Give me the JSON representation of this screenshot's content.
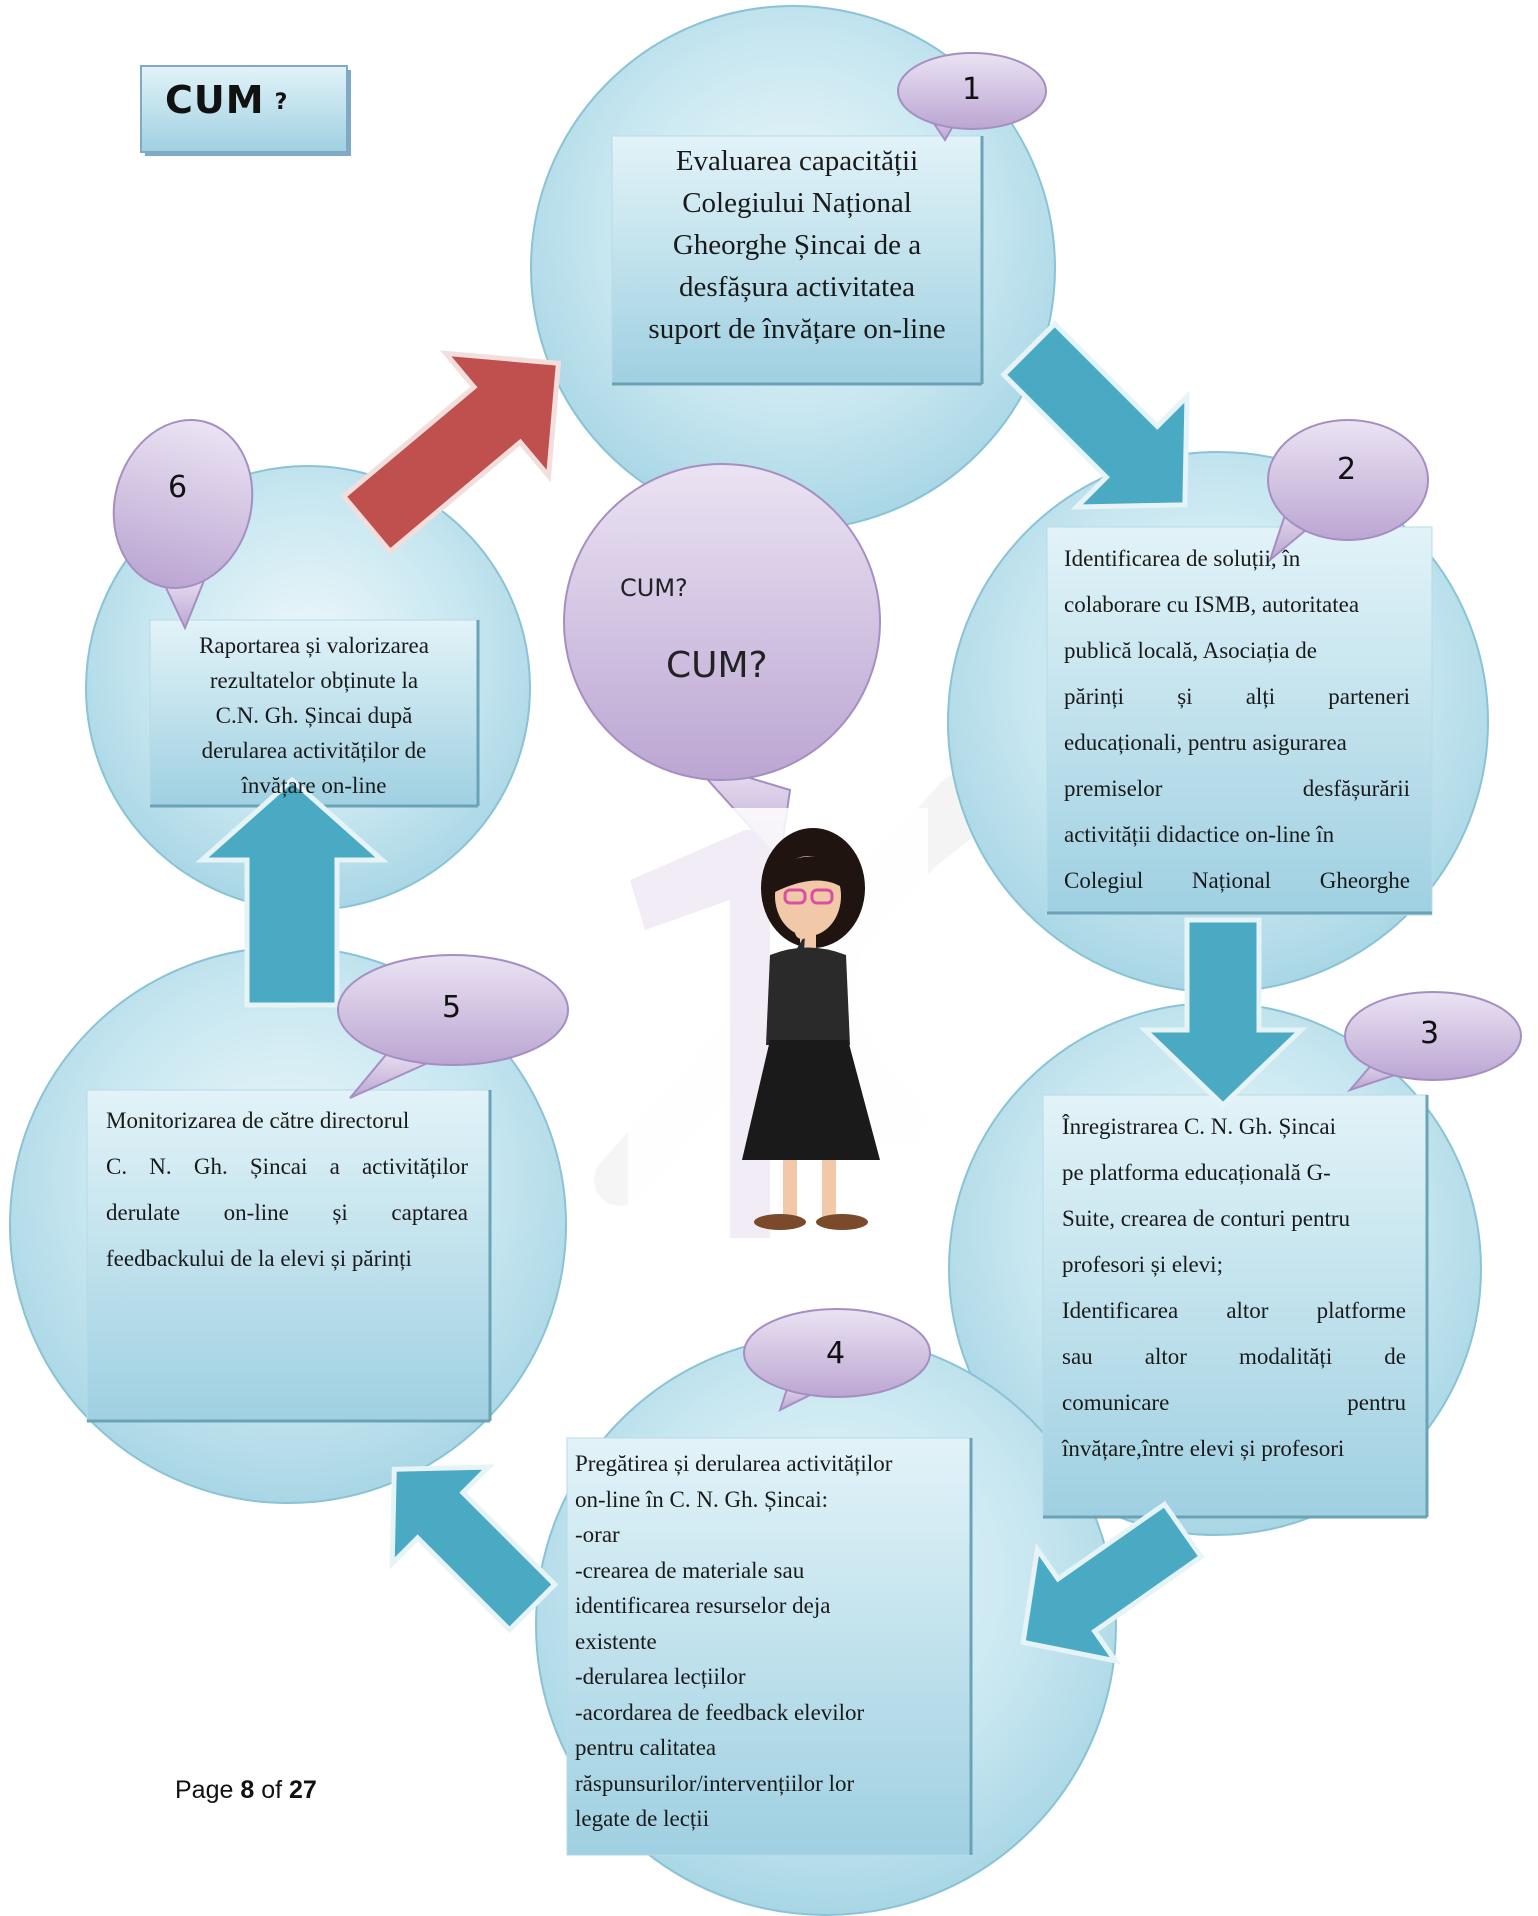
{
  "title": {
    "text": "CUM",
    "mark": "?"
  },
  "center": {
    "small": "CUM?",
    "large": "CUM?",
    "figure_icon": "thinking-woman-icon",
    "digit": "1"
  },
  "steps": [
    {
      "num": "1",
      "lines": [
        "Evaluarea capacității",
        "Colegiului Național",
        "Gheorghe Șincai de a",
        "desfășura activitatea",
        "suport de învățare on-line"
      ]
    },
    {
      "num": "2",
      "lines": [
        "Identificarea de soluții, în",
        "colaborare cu ISMB, autoritatea",
        "publică locală, Asociația de",
        "părinți și alți parteneri",
        "educaționali, pentru asigurarea",
        "premiselor desfășurării",
        "activității didactice on-line în",
        "Colegiul Național Gheorghe"
      ]
    },
    {
      "num": "3",
      "lines": [
        "Înregistrarea C. N. Gh. Șincai",
        "pe platforma educațională G-",
        "Suite, crearea de conturi pentru",
        "profesori și elevi;",
        "Identificarea altor platforme",
        "sau altor modalități de",
        "comunicare pentru",
        "învățare,între elevi și profesori"
      ]
    },
    {
      "num": "4",
      "lines": [
        "Pregătirea și derularea activităților",
        "on-line în C. N. Gh. Șincai:",
        "-orar",
        "-crearea de materiale sau",
        "identificarea resurselor deja",
        "existente",
        "-derularea lecțiilor",
        "-acordarea de feedback elevilor",
        "pentru calitatea",
        "răspunsurilor/intervențiilor lor",
        "legate de lecții"
      ]
    },
    {
      "num": "5",
      "lines": [
        "Monitorizarea de către directorul",
        "C. N. Gh. Șincai a activităților",
        "derulate on-line și captarea",
        "feedbackului de la elevi și părinți"
      ]
    },
    {
      "num": "6",
      "lines": [
        "Raportarea și valorizarea",
        "rezultatelor obținute la",
        "C.N. Gh. Șincai după",
        "derularea activităților de",
        "învățare on-line"
      ]
    }
  ],
  "footer": {
    "prefix": "Page",
    "current": "8",
    "sep": "of",
    "total": "27"
  },
  "colors": {
    "circle": "#bfe3ee",
    "arrow_teal": "#4aaac4",
    "arrow_red": "#c0504d",
    "bubble": "#c9b8da",
    "digit": "#8e6bb3"
  }
}
